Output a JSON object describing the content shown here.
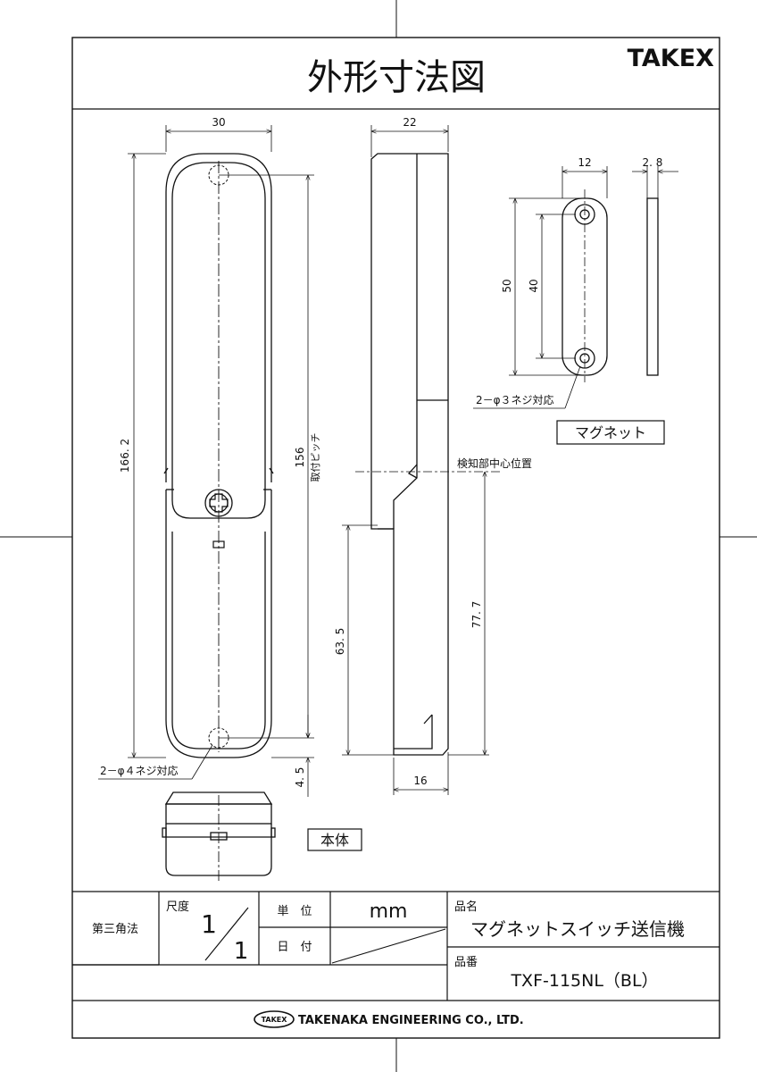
{
  "header": {
    "title": "外形寸法図",
    "brand": "TAKEX"
  },
  "main_body": {
    "label": "本体",
    "dims": {
      "width": "30",
      "side_width": "22",
      "total_height": "166. 2",
      "mount_pitch_value": "156",
      "mount_pitch_label": "取付ピッチ",
      "lower_offset": "63. 5",
      "sensor_offset": "77. 7",
      "bottom_offset": "4. 5",
      "bottom_width": "16"
    },
    "screw_note": "2－φ４ネジ対応",
    "sensor_center": "検知部中心位置"
  },
  "magnet": {
    "label": "マグネット",
    "dims": {
      "width": "12",
      "thickness": "2. 8",
      "total_height": "50",
      "hole_pitch": "40"
    },
    "screw_note": "2－φ３ネジ対応"
  },
  "title_block": {
    "projection": "第三角法",
    "scale_label": "尺度",
    "scale_num": "1",
    "scale_den": "1",
    "unit_label": "単　位",
    "unit_value": "mm",
    "date_label": "日　付",
    "name_label": "品名",
    "name_value": "マグネットスイッチ送信機",
    "number_label": "品番",
    "number_value": "TXF-115NL（BL）",
    "company_logo": "TAKEX",
    "company": "TAKENAKA ENGINEERING CO., LTD."
  }
}
